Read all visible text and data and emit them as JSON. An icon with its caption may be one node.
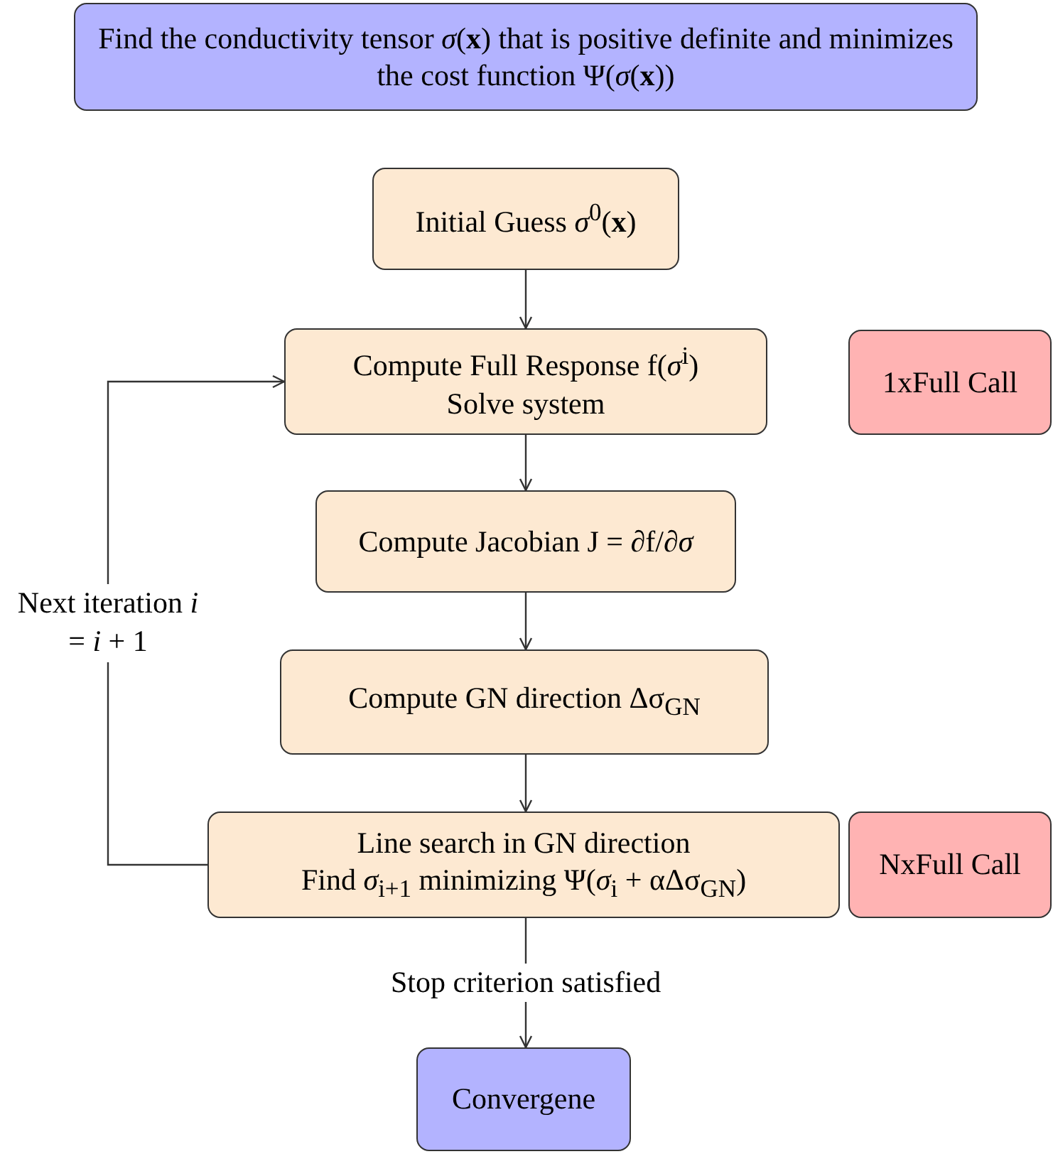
{
  "diagram": {
    "nodes": [
      {
        "text": [
          "Find the conductivity tensor *σ*(**x**) that is positive definite and minimizes the cost function Ψ(*σ*(**x**))"
        ]
      },
      {
        "text": [
          "Initial Guess *σ*$^{0}$(**x**)"
        ]
      },
      {
        "text": [
          "Compute Full Response f(*σ*$^{i}$)",
          "Solve system"
        ]
      },
      {
        "text": [
          "Compute Jacobian J = ∂f/∂*σ*"
        ]
      },
      {
        "text": [
          "Compute GN direction Δσ$_{GN}$"
        ]
      },
      {
        "text": [
          "Line search in GN direction",
          "Find *σ*$_{i+1}$ minimizing Ψ(*σ*$_{i}$ + αΔσ$_{GN}$)"
        ]
      },
      {
        "text": [
          "Convergene"
        ]
      },
      {
        "text": [
          "1xFull Call"
        ]
      },
      {
        "text": [
          "NxFull Call"
        ]
      }
    ],
    "edges": [
      {
        "from": 1,
        "to": 2,
        "arrow": "to"
      },
      {
        "from": 2,
        "to": 3,
        "arrow": "to"
      },
      {
        "from": 3,
        "to": 4,
        "arrow": "to"
      },
      {
        "from": 4,
        "to": 5,
        "arrow": "to"
      },
      {
        "from": 5,
        "to": 6,
        "arrow": "to",
        "label": "Stop criterion satisfied"
      },
      {
        "from": 5,
        "to": 2,
        "arrow": "to",
        "label": "Next iteration *i* = *i* + 1"
      }
    ]
  }
}
